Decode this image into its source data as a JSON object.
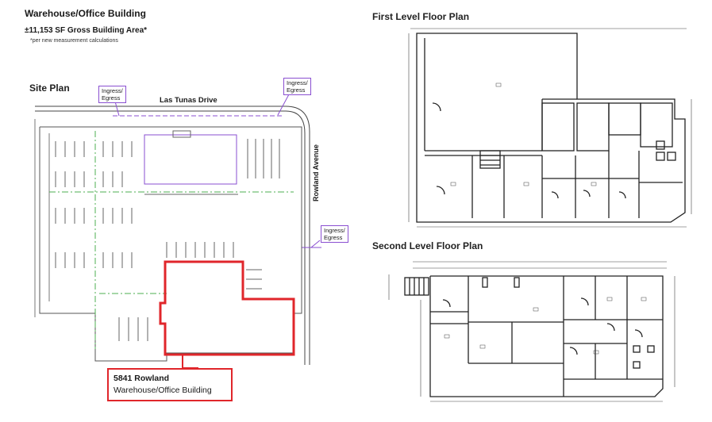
{
  "header": {
    "title": "Warehouse/Office Building",
    "area": "±11,153 SF Gross Building Area*",
    "note": "*per new measurement calculations"
  },
  "site_plan": {
    "title": "Site Plan",
    "street_top": "Las Tunas Drive",
    "street_right": "Rowland Avenue",
    "access_label_1": "Ingress/\nEgress",
    "access_label_2": "Ingress/\nEgress",
    "access_label_3": "Ingress/\nEgress",
    "highlight_color": "#e0262b",
    "access_color": "#8a4fd1"
  },
  "callout": {
    "address": "5841 Rowland",
    "description": "Warehouse/Office Building"
  },
  "first_floor": {
    "title": "First Level Floor Plan"
  },
  "second_floor": {
    "title": "Second Level Floor Plan"
  }
}
